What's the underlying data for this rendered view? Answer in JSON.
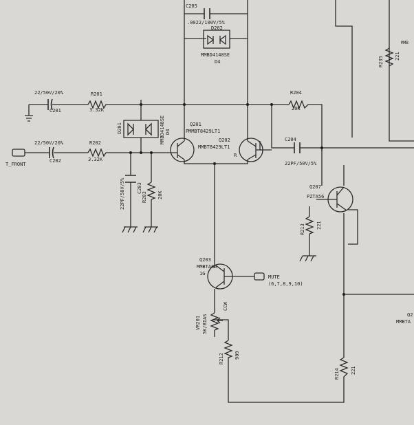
{
  "c205": {
    "ref": "C205",
    "value": ".0022/100V/5%"
  },
  "d202": {
    "ref": "D202",
    "part": "MMBD4148SE",
    "sub": "D4"
  },
  "r235": {
    "ref": "R235",
    "value": "221"
  },
  "r235_partial": "MMB",
  "c201": {
    "ref": "C201",
    "value": "22/50V/20%"
  },
  "r201": {
    "ref": "R201",
    "value": "3.32K"
  },
  "r204": {
    "ref": "R204",
    "value": "20K"
  },
  "c202": {
    "ref": "C202",
    "value": "22/50V/20%"
  },
  "r202": {
    "ref": "R202",
    "value": "3.32K"
  },
  "input_label": "T_FRONT",
  "d201": {
    "ref": "D201",
    "part": "MMBD4148SE",
    "sub": "D4"
  },
  "q201": {
    "ref": "Q201",
    "part": "MMBT8429LT1",
    "pin": "P"
  },
  "q202": {
    "ref": "Q202",
    "part": "MMBT8429LT1",
    "pin": "R"
  },
  "c204": {
    "ref": "C204",
    "value": "22PF/50V/5%"
  },
  "c203": {
    "ref": "C203",
    "value": "22PF/50V/5%"
  },
  "r203": {
    "ref": "R203",
    "value": "20K"
  },
  "q207": {
    "ref": "Q207",
    "part": "PZTA56"
  },
  "r213": {
    "ref": "R213",
    "value": "221"
  },
  "q203": {
    "ref": "Q203",
    "part": "MMBTA06",
    "pin": "1G"
  },
  "mute": {
    "label": "MUTE",
    "pins": "(6,7,8,9,10)"
  },
  "vr201": {
    "ref": "VR201",
    "value": "5K/BIAS",
    "tap": "CCW"
  },
  "r212": {
    "ref": "R212",
    "value": "909"
  },
  "r214": {
    "ref": "R214",
    "value": "221"
  },
  "q_right_partial": {
    "ref": "Q2",
    "part": "MMBTA"
  }
}
